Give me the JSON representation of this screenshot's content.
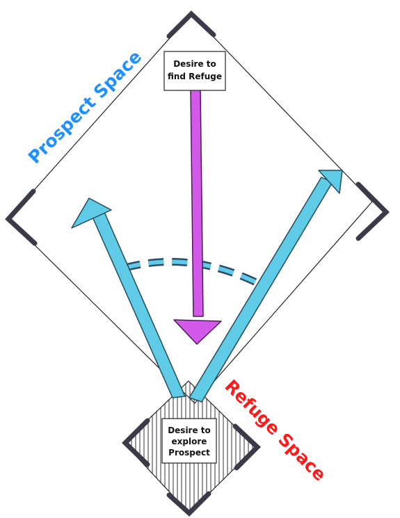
{
  "labels": {
    "prospect_space": "Prospect Space",
    "refuge_space": "Refuge Space",
    "top_box": [
      "Desire to",
      "find Refuge"
    ],
    "bottom_box": [
      "Desire to",
      "explore",
      "Prospect"
    ]
  },
  "colors": {
    "prospect": "#1e90ff",
    "refuge": "#ff1a1a",
    "blue_arrow": "#5fcbe6",
    "purple_arrow": "#d35ae8",
    "corner": "#3a3a48",
    "line": "#222222"
  }
}
